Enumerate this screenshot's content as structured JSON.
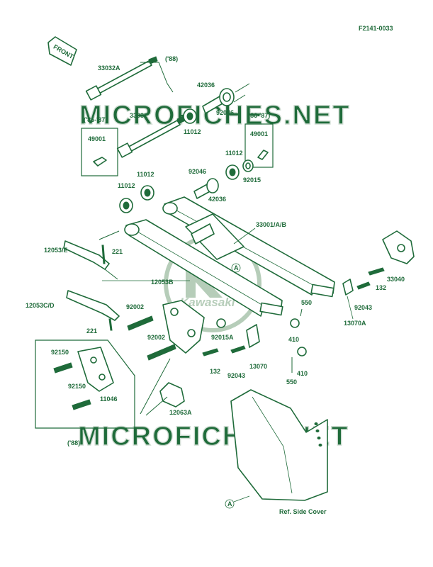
{
  "figure_code": "F2141-0033",
  "front_label": "FRONT",
  "watermark_text": "MICROFICHES.NET",
  "brand_logo_text": "Kawasaki",
  "labels": {
    "p33032A": "33032A",
    "y88_top": "('88)",
    "p33032": "33032",
    "y86_87_left": "('86-'87)",
    "p49001_left": "49001",
    "p42036_top": "42036",
    "p92046_top": "92046",
    "p11012_a": "11012",
    "y86_87_right": "('86-'87)",
    "p49001_right": "49001",
    "p11012_b": "11012",
    "p92046_mid": "92046",
    "p92015": "92015",
    "p11012_c": "11012",
    "p42036_mid": "42036",
    "p11012_d": "11012",
    "p33001": "33001/A/B",
    "p12053E": "12053/E",
    "p221_top": "221",
    "ref_A_top": "A",
    "p12053B": "12053B",
    "p33040": "33040",
    "p132_right": "132",
    "p92043_right": "92043",
    "p13070A": "13070A",
    "p550_top": "550",
    "p12053CD": "12053C/D",
    "p92002_top": "92002",
    "p221_bot": "221",
    "p92015A": "92015A",
    "p410_top": "410",
    "p92002_mid": "92002",
    "p92150_a": "92150",
    "p92150_b": "92150",
    "p11046": "11046",
    "p132_mid": "132",
    "p92043_mid": "92043",
    "p13070": "13070",
    "p410_bot": "410",
    "p550_bot": "550",
    "p12063A": "12063A",
    "y88_bot": "('88)",
    "ref_A_bot": "A",
    "ref_side_cover": "Ref. Side Cover"
  },
  "colors": {
    "ink": "#1f6b3a",
    "watermark": "#cfdcd2",
    "logo": "#b6cdb9"
  }
}
